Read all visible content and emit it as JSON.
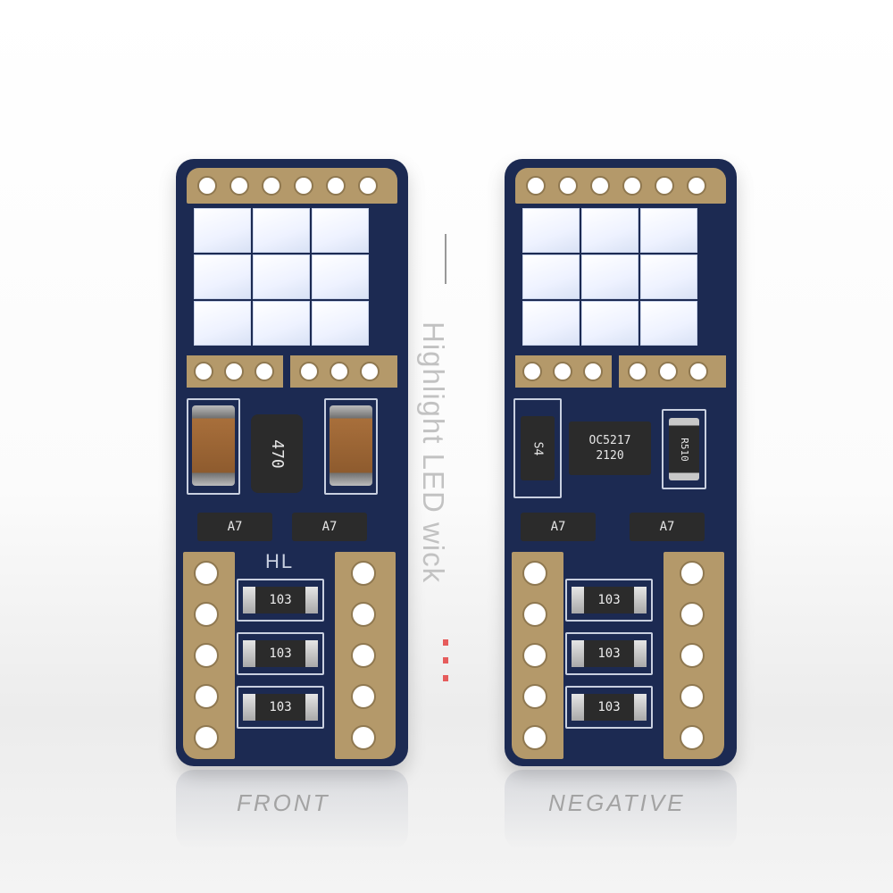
{
  "captions": {
    "front": "FRONT",
    "back": "NEGATIVE"
  },
  "side_text": "Highlight LED wick",
  "front": {
    "silkscreen": "HL",
    "inductor": "470",
    "diodes": [
      "A7",
      "A7"
    ],
    "resistors": [
      "103",
      "103",
      "103"
    ]
  },
  "back": {
    "transistor": "S4",
    "ic_line1": "OC5217",
    "ic_line2": "2120",
    "resistor_small": "R510",
    "diodes": [
      "A7",
      "A7"
    ],
    "resistors": [
      "103",
      "103",
      "103"
    ]
  },
  "colors": {
    "board": "#1c2a52",
    "pads": "#b4996a",
    "accent": "#e65c5c"
  }
}
